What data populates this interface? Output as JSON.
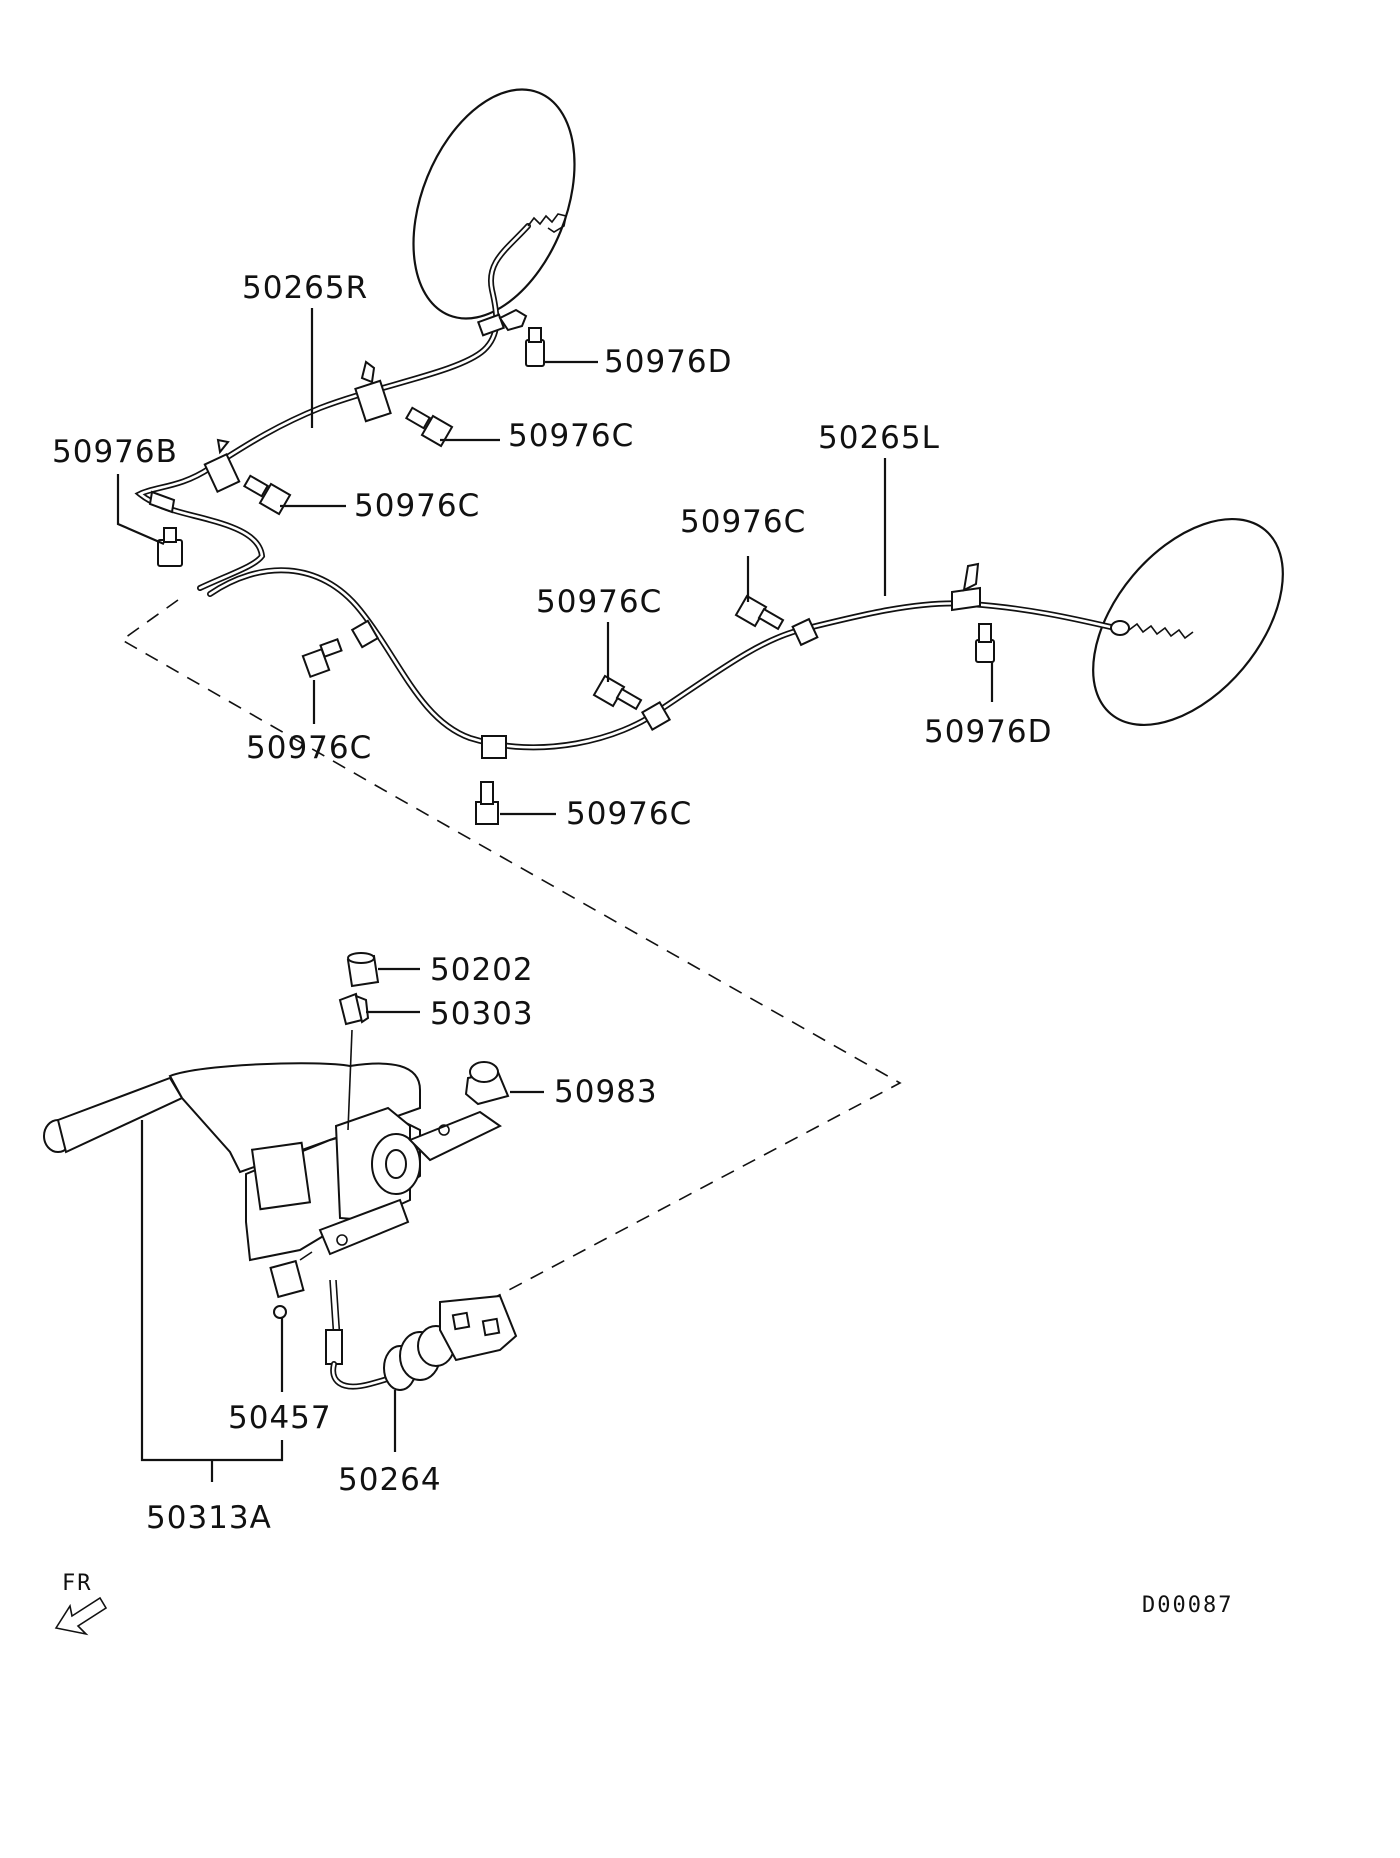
{
  "diagram": {
    "drawing_id": "D00087",
    "orientation_label": "FR",
    "callouts": {
      "cable_right": "50265R",
      "cable_left": "50265L",
      "bolt_b": "50976B",
      "bolt_c_1": "50976C",
      "bolt_c_2": "50976C",
      "bolt_c_3": "50976C",
      "bolt_c_4": "50976C",
      "bolt_c_5": "50976C",
      "bolt_c_6": "50976C",
      "bolt_d_1": "50976D",
      "bolt_d_2": "50976D",
      "cap": "50202",
      "clip": "50303",
      "nut": "50983",
      "switch": "50457",
      "front_cable": "50264",
      "lever_assembly": "50313A"
    }
  }
}
